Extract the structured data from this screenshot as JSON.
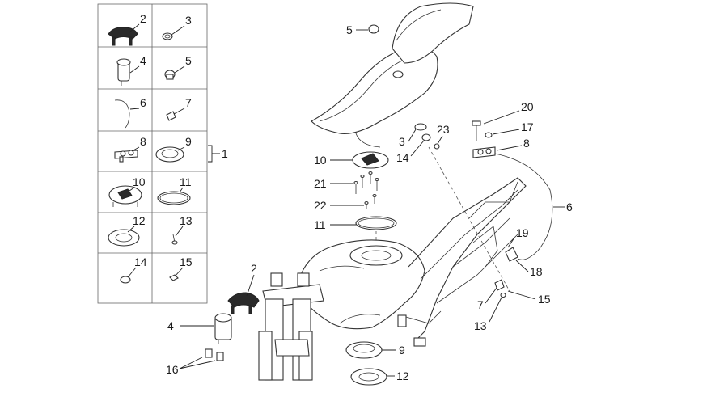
{
  "kit_box": {
    "bracket_label": "1",
    "cells": [
      {
        "id": "key-set",
        "label": "2"
      },
      {
        "id": "washer",
        "label": "3"
      },
      {
        "id": "ignition-lock",
        "label": "4"
      },
      {
        "id": "cap",
        "label": "5"
      },
      {
        "id": "cable",
        "label": "6"
      },
      {
        "id": "small-part",
        "label": "7"
      },
      {
        "id": "seat-lock",
        "label": "8"
      },
      {
        "id": "fuel-cap-ring",
        "label": "9"
      },
      {
        "id": "fuel-cap",
        "label": "10"
      },
      {
        "id": "o-ring",
        "label": "11"
      },
      {
        "id": "flange",
        "label": "12"
      },
      {
        "id": "screw",
        "label": "13"
      },
      {
        "id": "grommet",
        "label": "14"
      },
      {
        "id": "nut",
        "label": "15"
      }
    ]
  },
  "callouts": {
    "c2": "2",
    "c3": "3",
    "c4": "4",
    "c5": "5",
    "c6": "6",
    "c7": "7",
    "c8": "8",
    "c9": "9",
    "c10": "10",
    "c11": "11",
    "c12": "12",
    "c13": "13",
    "c14": "14",
    "c15": "15",
    "c16": "16",
    "c17": "17",
    "c18": "18",
    "c19": "19",
    "c20": "20",
    "c21": "21",
    "c22": "22",
    "c23": "23"
  }
}
